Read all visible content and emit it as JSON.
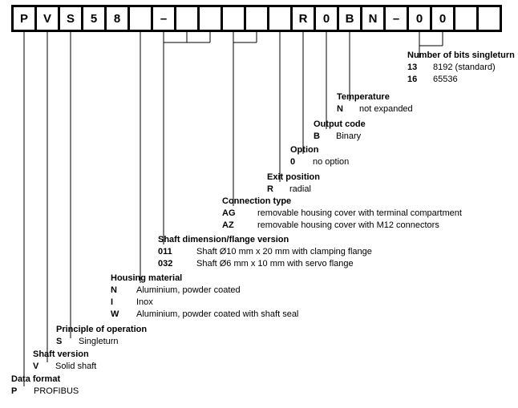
{
  "diagram": {
    "type": "ordering-code-breakdown",
    "product_code_cells": [
      {
        "text": "P",
        "width": 26
      },
      {
        "text": "V",
        "width": 26
      },
      {
        "text": "S",
        "width": 26
      },
      {
        "text": "5",
        "width": 26
      },
      {
        "text": "8",
        "width": 26
      },
      {
        "text": "",
        "width": 26
      },
      {
        "text": "–",
        "width": 26
      },
      {
        "text": "",
        "width": 26
      },
      {
        "text": "",
        "width": 26
      },
      {
        "text": "",
        "width": 26
      },
      {
        "text": "",
        "width": 26
      },
      {
        "text": "",
        "width": 26
      },
      {
        "text": "R",
        "width": 26
      },
      {
        "text": "0",
        "width": 26
      },
      {
        "text": "B",
        "width": 26
      },
      {
        "text": "N",
        "width": 26
      },
      {
        "text": "–",
        "width": 26
      },
      {
        "text": "0",
        "width": 26
      },
      {
        "text": "0",
        "width": 26
      },
      {
        "text": "",
        "width": 26
      },
      {
        "text": "",
        "width": 26
      }
    ]
  },
  "legend": [
    {
      "id": "number-of-bits-singleturn",
      "title": "Number of bits singleturn",
      "rows": [
        {
          "key": "13",
          "value": "8192 (standard)"
        },
        {
          "key": "16",
          "value": "65536"
        }
      ]
    },
    {
      "id": "temperature",
      "title": "Temperature",
      "rows": [
        {
          "key": "N",
          "value": "not expanded"
        }
      ]
    },
    {
      "id": "output-code",
      "title": "Output code",
      "rows": [
        {
          "key": "B",
          "value": "Binary"
        }
      ]
    },
    {
      "id": "option",
      "title": "Option",
      "rows": [
        {
          "key": "0",
          "value": "no option"
        }
      ]
    },
    {
      "id": "exit-position",
      "title": "Exit position",
      "rows": [
        {
          "key": "R",
          "value": "radial"
        }
      ]
    },
    {
      "id": "connection-type",
      "title": "Connection type",
      "rows": [
        {
          "key": "AG",
          "value": "removable housing cover with terminal compartment"
        },
        {
          "key": "AZ",
          "value": "removable housing cover with M12 connectors"
        }
      ]
    },
    {
      "id": "shaft-dimension-flange-version",
      "title": "Shaft dimension/flange version",
      "rows": [
        {
          "key": "011",
          "value": "Shaft Ø10 mm x 20 mm with clamping flange"
        },
        {
          "key": "032",
          "value": "Shaft Ø6 mm x 10 mm with servo flange"
        }
      ]
    },
    {
      "id": "housing-material",
      "title": "Housing material",
      "rows": [
        {
          "key": "N",
          "value": "Aluminium, powder coated"
        },
        {
          "key": "I",
          "value": "Inox"
        },
        {
          "key": "W",
          "value": "Aluminium, powder coated with shaft seal"
        }
      ]
    },
    {
      "id": "principle-of-operation",
      "title": "Principle of operation",
      "rows": [
        {
          "key": "S",
          "value": "Singleturn"
        }
      ]
    },
    {
      "id": "shaft-version",
      "title": "Shaft version",
      "rows": [
        {
          "key": "V",
          "value": "Solid shaft"
        }
      ]
    },
    {
      "id": "data-format",
      "title": "Data format",
      "rows": [
        {
          "key": "P",
          "value": "PROFIBUS"
        }
      ]
    }
  ],
  "colors": {
    "line": "#000000",
    "text": "#000000",
    "background": "#ffffff"
  }
}
